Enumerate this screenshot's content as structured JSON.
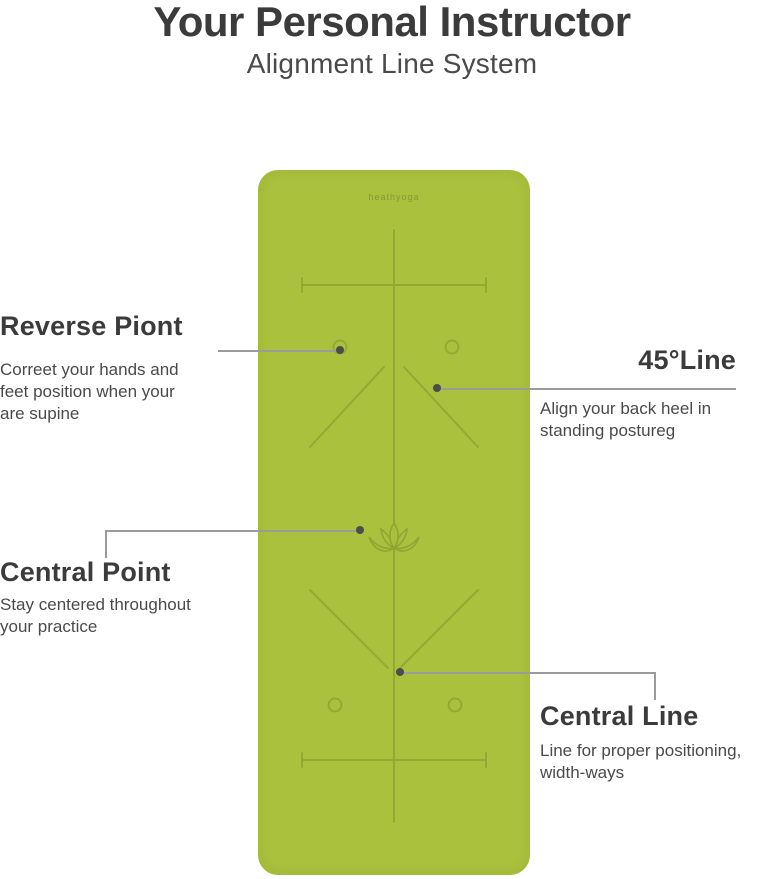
{
  "header": {
    "title": "Your Personal Instructor",
    "subtitle": "Alignment Line System"
  },
  "mat": {
    "brand": "heathyoga"
  },
  "callouts": {
    "reverse_point": {
      "heading": "Reverse Piont",
      "description": "Correet your hands and\nfeet position when your\nare supine"
    },
    "line45": {
      "heading": "45°Line",
      "description": "Align your back heel in\nstanding postureg"
    },
    "central_point": {
      "heading": "Central Point",
      "description": "Stay centered throughout\nyour practice"
    },
    "central_line": {
      "heading": "Central Line",
      "description": "Line for proper positioning,\nwidth-ways"
    }
  },
  "theme": {
    "bg": "#ffffff",
    "mat_color": "#a9c13d",
    "mat_line_color": "#8fa433",
    "heading_color": "#3b3b3b",
    "body_color": "#4a4a4a",
    "connector_color": "#9b9b9b",
    "dot_color": "#4c4c4c"
  }
}
